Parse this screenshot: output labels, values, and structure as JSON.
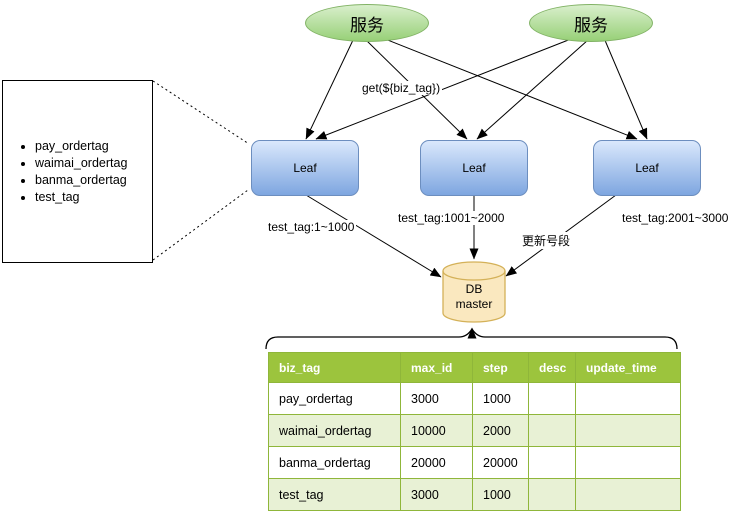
{
  "services": [
    {
      "label": "服务"
    },
    {
      "label": "服务"
    }
  ],
  "leaves": [
    {
      "label": "Leaf"
    },
    {
      "label": "Leaf"
    },
    {
      "label": "Leaf"
    }
  ],
  "db": {
    "label": "DB\nmaster"
  },
  "edge_labels": {
    "get_call": "get(${biz_tag})",
    "segment_left": "test_tag:1~1000",
    "segment_middle": "test_tag:1001~2000",
    "segment_right": "test_tag:2001~3000",
    "update_segment": "更新号段"
  },
  "tag_list": [
    "pay_ordertag",
    "waimai_ordertag",
    "banma_ordertag",
    "test_tag"
  ],
  "table": {
    "headers": [
      "biz_tag",
      "max_id",
      "step",
      "desc",
      "update_time"
    ],
    "rows": [
      [
        "pay_ordertag",
        "3000",
        "1000",
        "",
        ""
      ],
      [
        "waimai_ordertag",
        "10000",
        "2000",
        "",
        ""
      ],
      [
        "banma_ordertag",
        "20000",
        "20000",
        "",
        ""
      ],
      [
        "test_tag",
        "3000",
        "1000",
        "",
        ""
      ]
    ]
  },
  "colors": {
    "service_fill_top": "#d9efcc",
    "service_fill_bottom": "#97d077",
    "service_stroke": "#82b366",
    "leaf_fill_top": "#dae8fc",
    "leaf_fill_bottom": "#7ea6e0",
    "leaf_stroke": "#6c8ebf",
    "db_fill": "#fae8bf",
    "db_stroke": "#d4b158",
    "table_header_bg": "#9cc43d",
    "table_row_alt_bg": "#e8f1d5",
    "table_border": "#8fb63a",
    "connector": "#000000"
  }
}
